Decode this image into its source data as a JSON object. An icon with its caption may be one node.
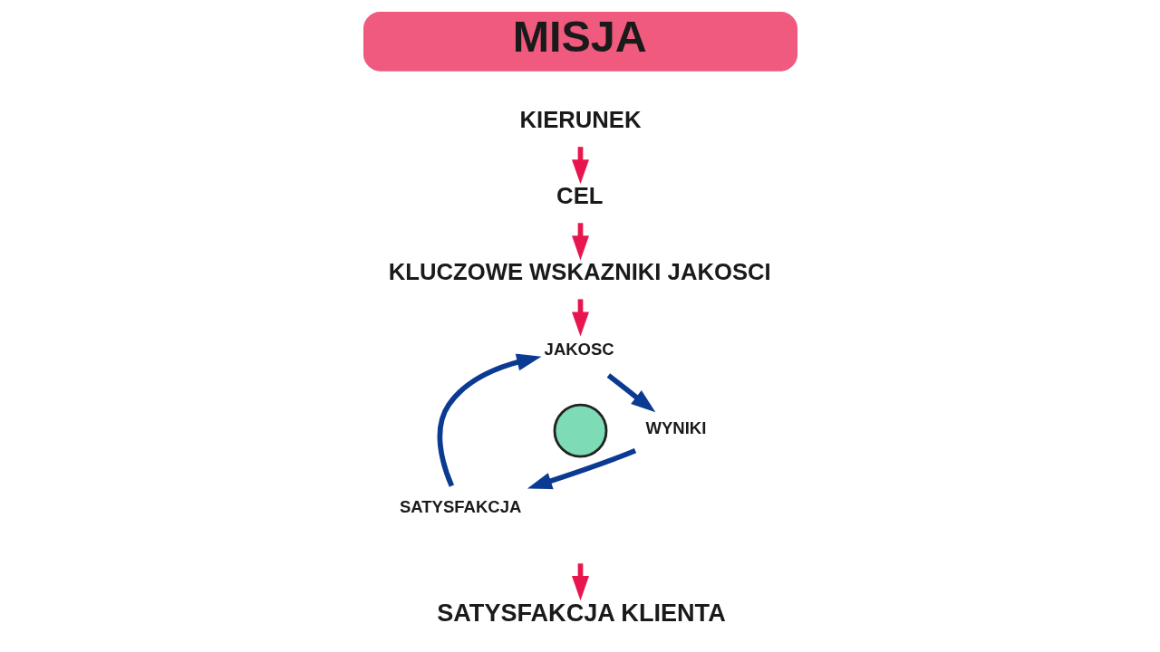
{
  "diagram": {
    "nodes": [
      {
        "text": [
          "MISJA"
        ]
      },
      {
        "text": [
          "KIERUNEK"
        ]
      },
      {
        "text": [
          "CEL"
        ]
      },
      {
        "text": [
          "KLUCZOWE WSKAZNIKI JAKOSCI"
        ]
      },
      {
        "text": [
          "JAKOSC"
        ]
      },
      {
        "text": [
          "WYNIKI"
        ]
      },
      {
        "text": [
          "SATYSFAKCJA"
        ]
      },
      {
        "text": [],
        "shape": "circle"
      },
      {
        "text": [
          "SATYSFAKCJA KLIENTA"
        ]
      }
    ],
    "edges": [
      {
        "from": 1,
        "to": 2,
        "arrow": "to"
      },
      {
        "from": 2,
        "to": 3,
        "arrow": "to"
      },
      {
        "from": 3,
        "to": 4,
        "arrow": "to"
      },
      {
        "from": 4,
        "to": 5,
        "arrow": "to",
        "color": "#0b3a92"
      },
      {
        "from": 5,
        "to": 6,
        "arrow": "to",
        "color": "#0b3a92"
      },
      {
        "from": 6,
        "to": 4,
        "arrow": "to",
        "color": "#0b3a92"
      },
      {
        "from": null,
        "to": 8,
        "arrow": "to"
      }
    ]
  }
}
